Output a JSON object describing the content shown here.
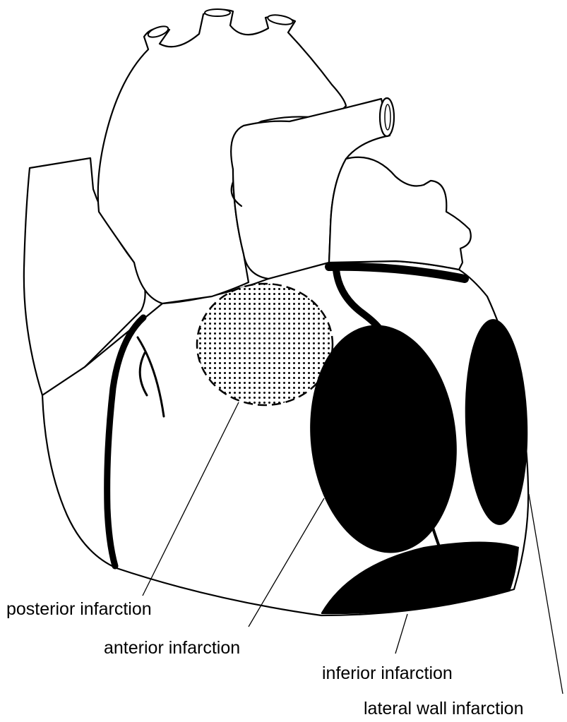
{
  "diagram": {
    "subject": "heart-infarction-sites",
    "colors": {
      "ink": "#000000",
      "paper": "#ffffff"
    },
    "labels": {
      "posterior": "posterior infarction",
      "anterior": "anterior infarction",
      "inferior": "inferior infarction",
      "lateral": "lateral wall infarction"
    }
  }
}
